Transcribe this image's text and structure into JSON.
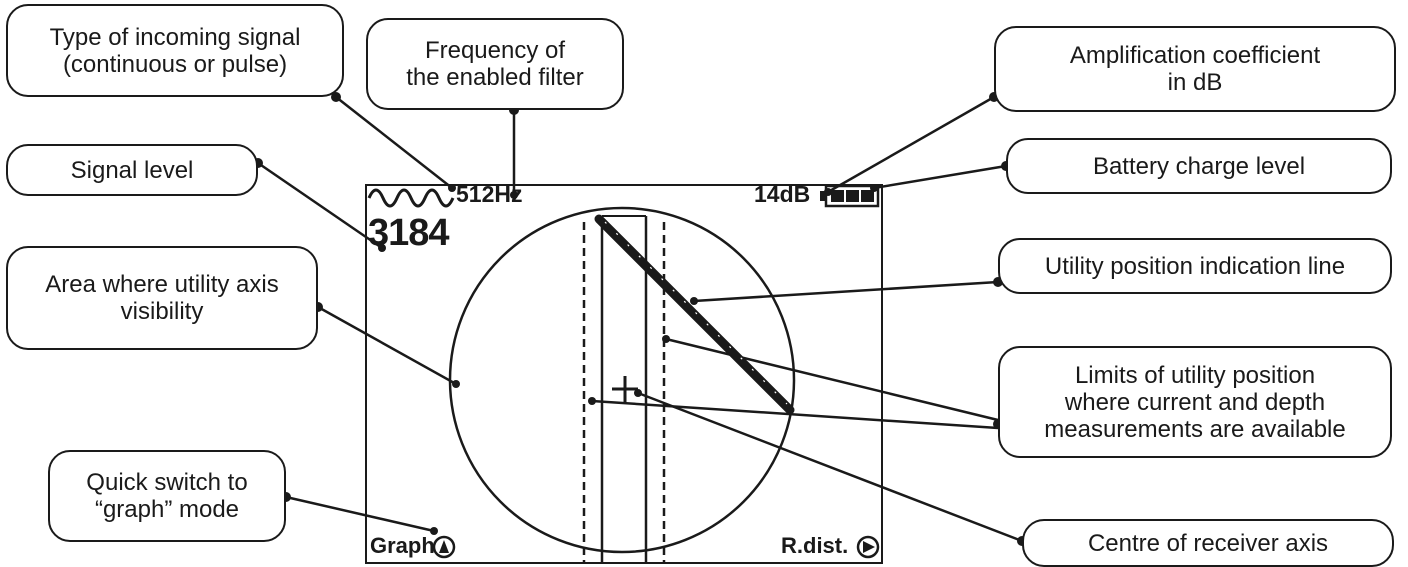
{
  "callouts": {
    "signal_type": "Type of incoming signal\n(continuous or pulse)",
    "filter_frequency": "Frequency of\nthe enabled filter",
    "amplification": "Amplification coefficient\nin dB",
    "battery": "Battery charge level",
    "signal_level": "Signal level",
    "utility_line": "Utility position indication line",
    "visibility_area": "Area where utility axis\nvisibility",
    "limits": "Limits of utility position\nwhere current and depth\nmeasurements are available",
    "graph_switch": "Quick switch to\n“graph” mode",
    "receiver_centre": "Centre of receiver axis"
  },
  "screen": {
    "frequency": "512Hz",
    "gain": "14dB",
    "signal_value": "3184",
    "left_softkey": "Graph",
    "right_softkey": "R.dist.",
    "battery_bars": 3,
    "signal_icon": "sine-wave-icon",
    "left_softkey_icon": "circle-up-arrow-icon",
    "right_softkey_icon": "circle-right-arrow-icon"
  }
}
